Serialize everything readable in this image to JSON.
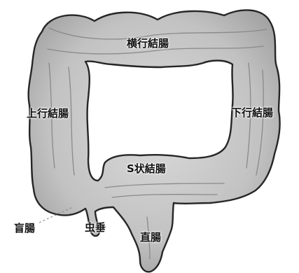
{
  "labels": {
    "transverse": "横行結腸",
    "ascending": "上行結腸",
    "descending": "下行結腸",
    "sigmoid": "S状結腸",
    "cecum": "盲腸",
    "appendix": "虫垂",
    "rectum": "直腸"
  },
  "colors": {
    "fill": "#c4c4c4",
    "fill_light": "#dedede",
    "fill_shadow": "#9a9a9a",
    "outline": "#262626",
    "leader": "#8c8c8c"
  }
}
